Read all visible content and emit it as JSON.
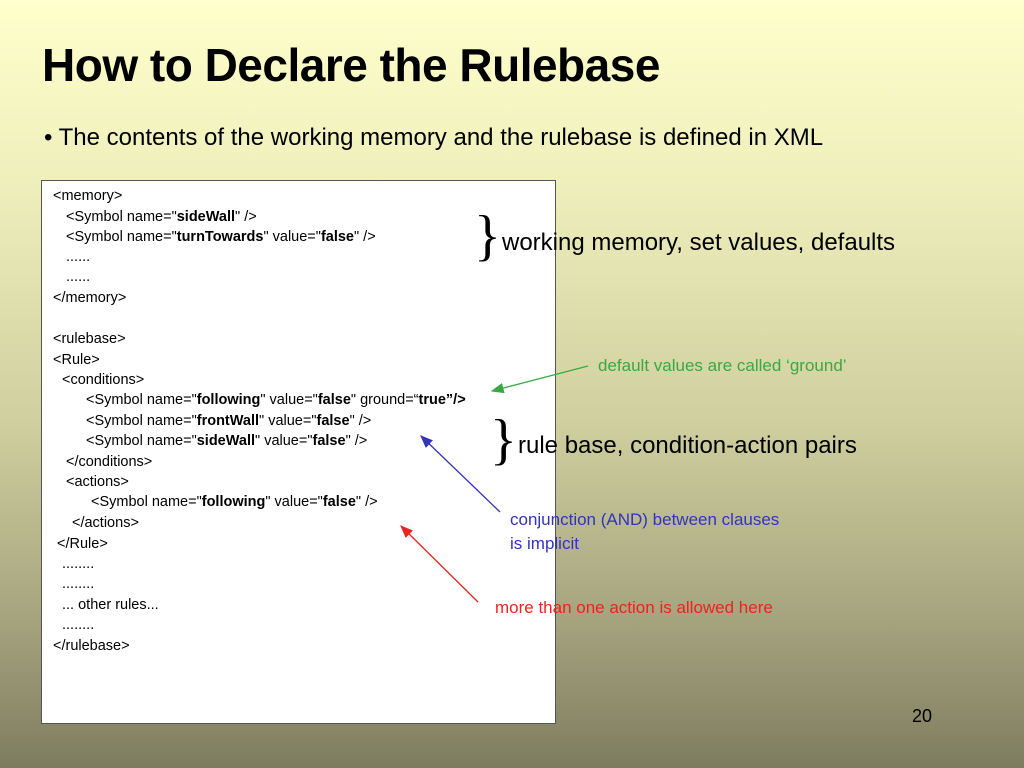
{
  "title": "How to Declare the Rulebase",
  "bullet": "• The contents of the working memory and the rulebase is defined in XML",
  "code": {
    "l01": "<memory>",
    "l02_a": "<Symbol name=\"",
    "l02_b": "sideWall",
    "l02_c": "\" />",
    "l03_a": "<Symbol name=\"",
    "l03_b": "turnTowards",
    "l03_c": "\" value=\"",
    "l03_d": "false",
    "l03_e": "\" />",
    "l04": "......",
    "l05": "......",
    "l06": "</memory>",
    "l07": "<rulebase>",
    "l08": "<Rule>",
    "l09": "<conditions>",
    "l10_a": "<Symbol name=\"",
    "l10_b": "following",
    "l10_c": "\" value=\"",
    "l10_d": "false",
    "l10_e": "\" ground=“",
    "l10_f": "true",
    "l10_g": "”/>",
    "l11_a": "<Symbol name=\"",
    "l11_b": "frontWall",
    "l11_c": "\" value=\"",
    "l11_d": "false",
    "l11_e": "\" />",
    "l12_a": "<Symbol name=\"",
    "l12_b": "sideWall",
    "l12_c": "\" value=\"",
    "l12_d": "false",
    "l12_e": "\" />",
    "l13": "</conditions>",
    "l14": "<actions>",
    "l15_a": "<Symbol name=\"",
    "l15_b": "following",
    "l15_c": "\" value=\"",
    "l15_d": "false",
    "l15_e": "\" />",
    "l16": "</actions>",
    "l17": "</Rule>",
    "l18": "........",
    "l19": "........",
    "l20": "... other rules...",
    "l21": "........",
    "l22": "</rulebase>"
  },
  "annotations": {
    "brace": "}",
    "working_memory": "working memory, set values, defaults",
    "rule_base": "rule base, condition-action pairs",
    "ground": "default values are called ‘ground’",
    "conjunction_1": "conjunction (AND) between clauses",
    "conjunction_2": "is implicit",
    "actions": "more than one action is allowed here"
  },
  "colors": {
    "ground": "#3aa844",
    "conjunction": "#3333bb",
    "actions": "#e8251f"
  },
  "page_number": "20"
}
